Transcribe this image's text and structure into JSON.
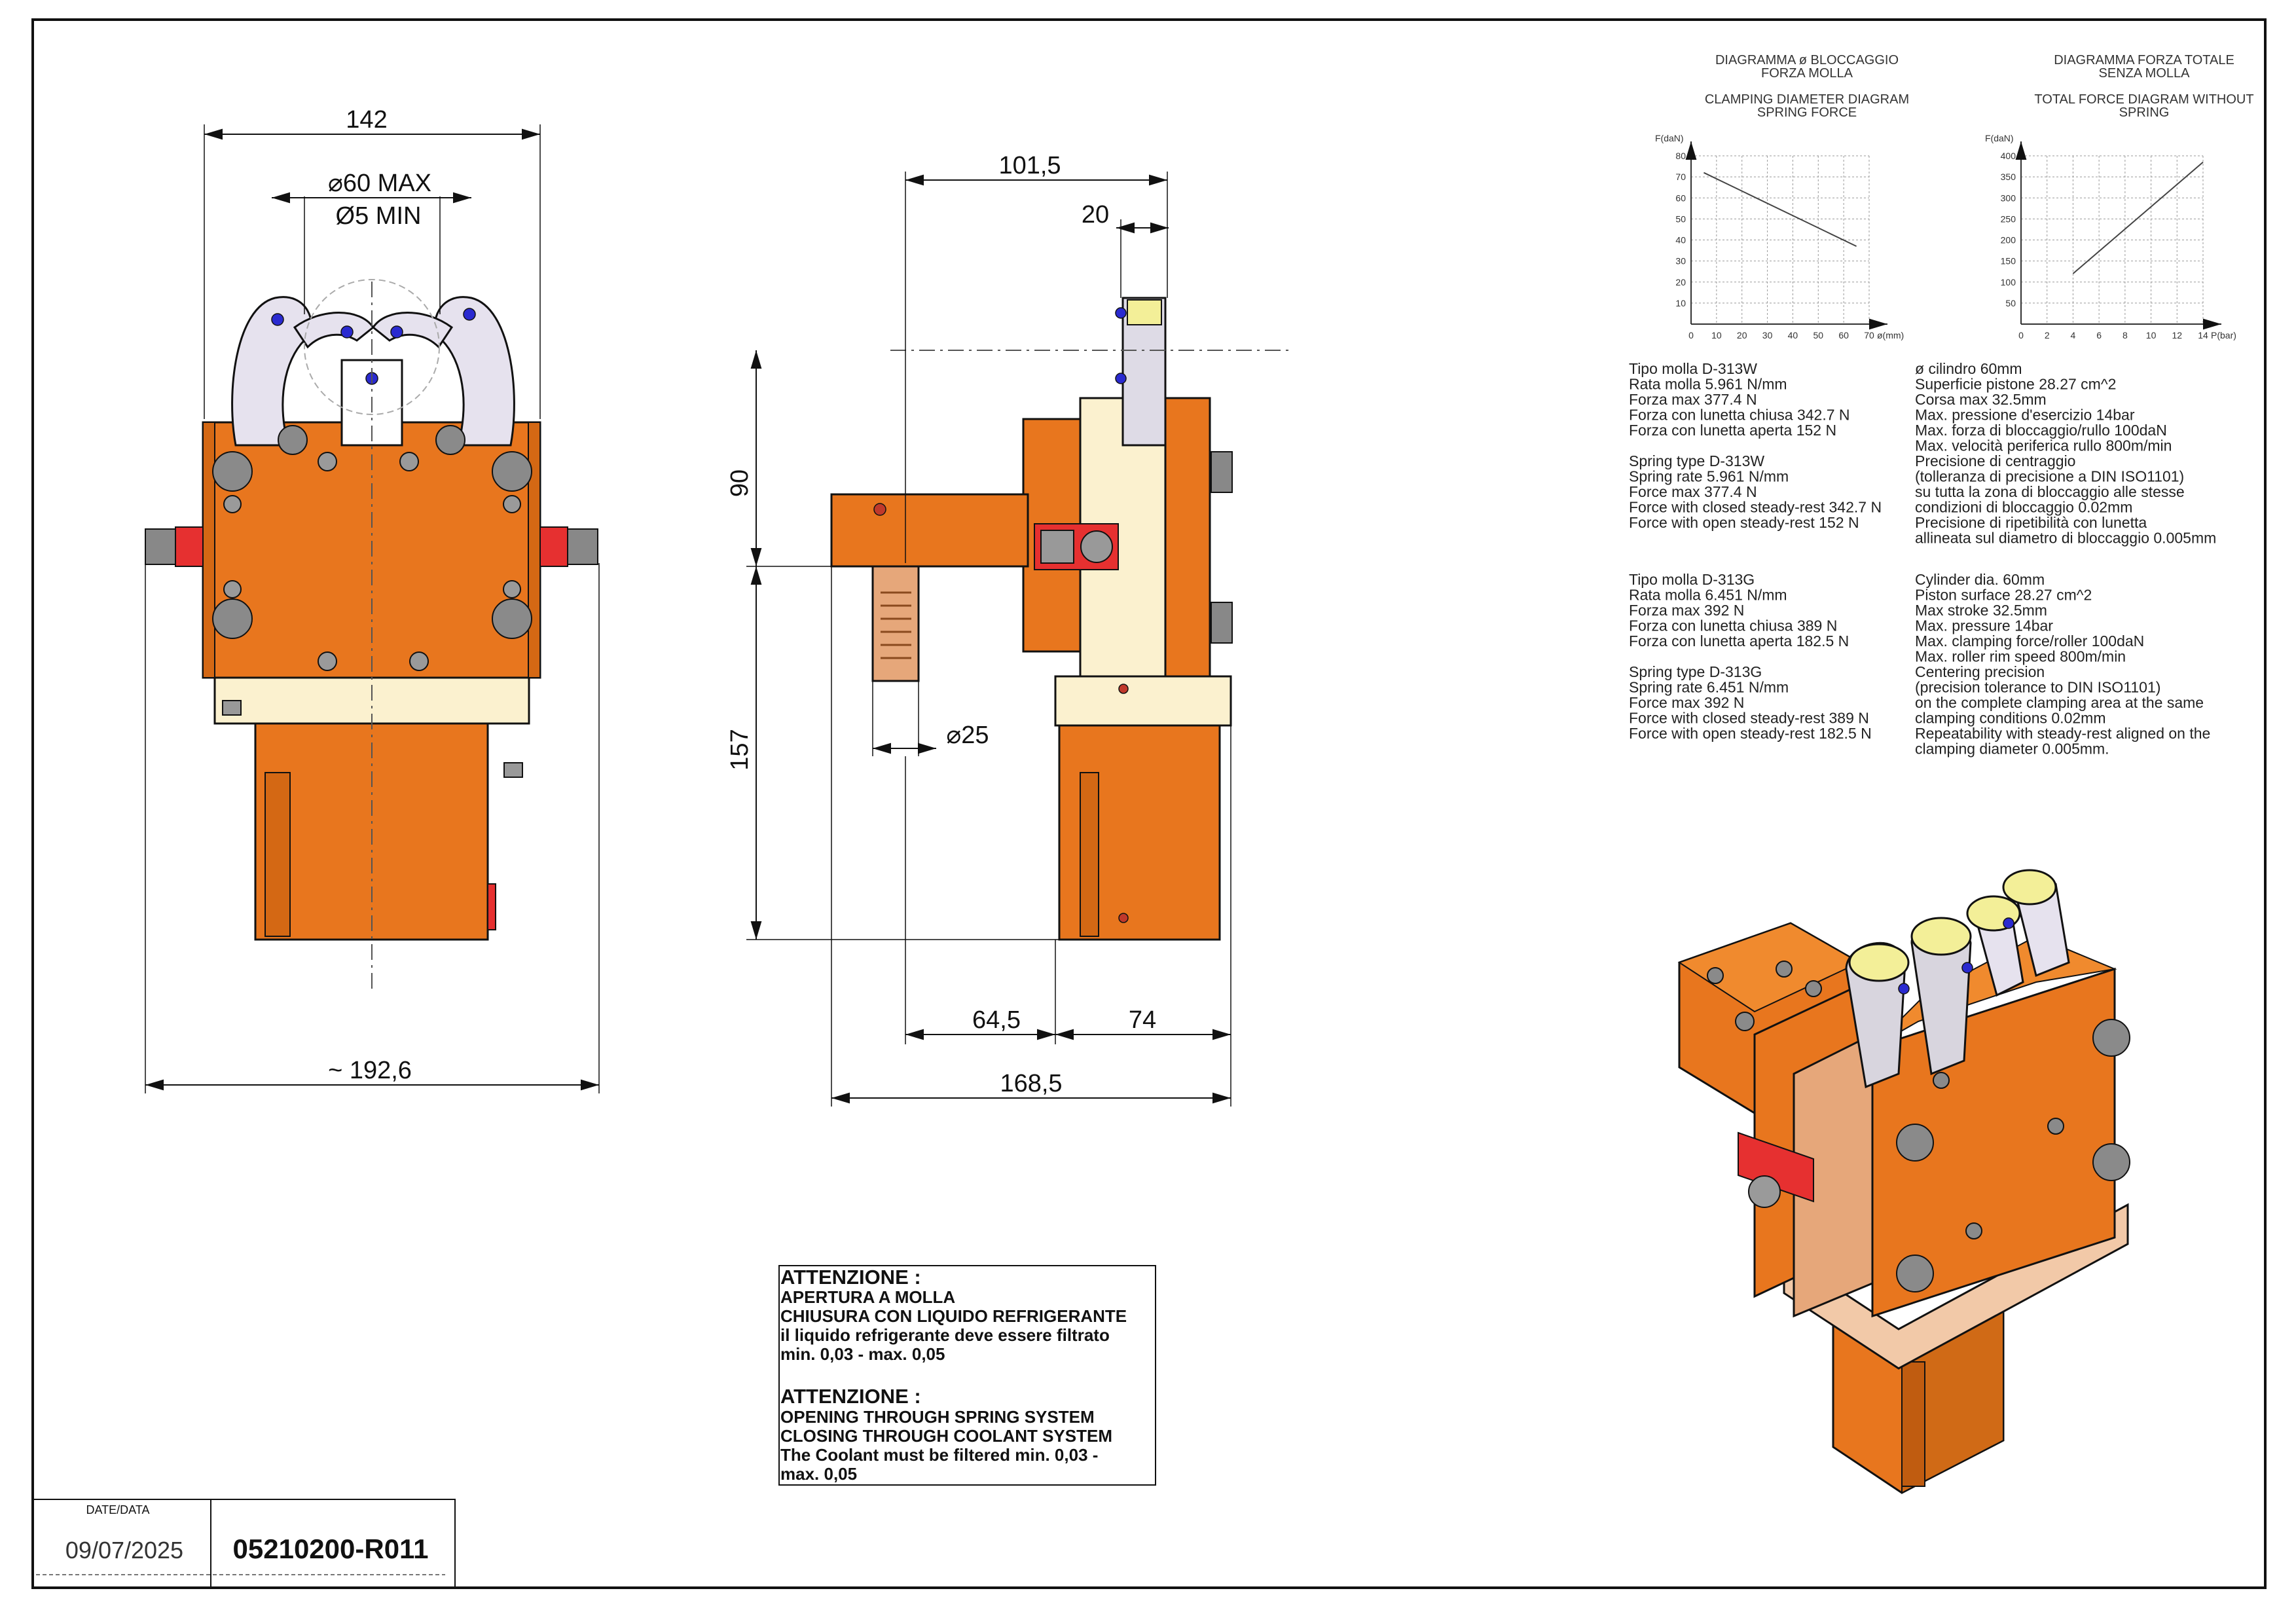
{
  "dimensions": {
    "front_width": "142",
    "front_dia_max": "⌀60 MAX",
    "front_dia_min": "Ø5 MIN",
    "front_overall": "~ 192,6",
    "side_top": "101,5",
    "side_roller": "20",
    "side_upper": "90",
    "side_lower": "157",
    "side_shank": "⌀25",
    "side_left": "64,5",
    "side_right": "74",
    "side_overall": "168,5"
  },
  "graph_left": {
    "title_it_1": "DIAGRAMMA ø BLOCCAGGIO",
    "title_it_2": "FORZA MOLLA",
    "title_en_1": "CLAMPING DIAMETER DIAGRAM",
    "title_en_2": "SPRING FORCE",
    "ylabel": "F(daN)",
    "xlabel": "ø(mm)",
    "yticks": [
      "80",
      "70",
      "60",
      "50",
      "40",
      "30",
      "20",
      "10"
    ],
    "xticks": [
      "0",
      "10",
      "20",
      "30",
      "40",
      "50",
      "60",
      "70"
    ]
  },
  "graph_right": {
    "title_it_1": "DIAGRAMMA FORZA TOTALE",
    "title_it_2": "SENZA MOLLA",
    "title_en_1": "TOTAL FORCE DIAGRAM WITHOUT",
    "title_en_2": "SPRING",
    "ylabel": "F(daN)",
    "xlabel": "P(bar)",
    "yticks": [
      "400",
      "350",
      "300",
      "250",
      "200",
      "150",
      "100",
      "50"
    ],
    "xticks": [
      "0",
      "2",
      "4",
      "6",
      "8",
      "10",
      "12",
      "14"
    ]
  },
  "chart_data": [
    {
      "type": "line",
      "title": "DIAGRAMMA ø BLOCCAGGIO FORZA MOLLA / CLAMPING DIAMETER DIAGRAM SPRING FORCE",
      "xlabel": "ø(mm)",
      "ylabel": "F(daN)",
      "xlim": [
        0,
        70
      ],
      "ylim": [
        0,
        80
      ],
      "grid": true,
      "x": [
        5,
        65
      ],
      "values": [
        72,
        37
      ]
    },
    {
      "type": "line",
      "title": "DIAGRAMMA FORZA TOTALE SENZA MOLLA / TOTAL FORCE DIAGRAM WITHOUT SPRING",
      "xlabel": "P(bar)",
      "ylabel": "F(daN)",
      "xlim": [
        0,
        14
      ],
      "ylim": [
        0,
        400
      ],
      "grid": true,
      "x": [
        4,
        14
      ],
      "values": [
        120,
        385
      ]
    }
  ],
  "specs_w_left": [
    "Tipo molla   D-313W",
    "Rata molla   5.961 N/mm",
    "Forza max   377.4 N",
    "Forza con lunetta chiusa 342.7 N",
    "Forza con lunetta aperta 152 N",
    "",
    "Spring type   D-313W",
    "Spring rate   5.961 N/mm",
    "Force max   377.4 N",
    "Force with closed steady-rest 342.7 N",
    "Force with open steady-rest 152 N"
  ],
  "specs_w_right": [
    "ø cilindro   60mm",
    "Superficie pistone   28.27 cm^2",
    "Corsa max   32.5mm",
    "Max. pressione d'esercizio   14bar",
    "Max. forza di bloccaggio/rullo   100daN",
    "Max. velocità periferica rullo   800m/min",
    "Precisione di centraggio",
    "(tolleranza di precisione a DIN ISO1101)",
    "su tutta la zona di bloccaggio alle stesse",
    "condizioni di bloccaggio 0.02mm",
    "Precisione di ripetibilità con lunetta",
    "allineata sul diametro di bloccaggio   0.005mm"
  ],
  "specs_g_left": [
    "Tipo molla   D-313G",
    "Rata molla   6.451 N/mm",
    "Forza max   392 N",
    "Forza con lunetta chiusa 389 N",
    "Forza con lunetta aperta 182.5 N",
    "",
    "Spring type   D-313G",
    "Spring rate   6.451 N/mm",
    "Force max   392 N",
    "Force with closed steady-rest 389 N",
    "Force with open steady-rest 182.5 N"
  ],
  "specs_g_right": [
    "Cylinder dia.   60mm",
    "Piston surface   28.27 cm^2",
    "Max stroke   32.5mm",
    "Max. pressure   14bar",
    "Max. clamping force/roller   100daN",
    "Max. roller rim speed   800m/min",
    "Centering precision",
    "(precision tolerance to DIN ISO1101)",
    "on the complete clamping area at the same",
    "clamping conditions 0.02mm",
    "Repeatability with steady-rest aligned on the",
    "clamping diameter 0.005mm."
  ],
  "note": {
    "it_title": "ATTENZIONE :",
    "it_l1": "APERTURA A MOLLA",
    "it_l2": "CHIUSURA CON LIQUIDO REFRIGERANTE",
    "it_l3": "il liquido refrigerante deve essere filtrato",
    "it_l4": "min. 0,03 - max. 0,05",
    "en_title": "ATTENZIONE :",
    "en_l1": "OPENING THROUGH SPRING SYSTEM",
    "en_l2": "CLOSING THROUGH COOLANT SYSTEM",
    "en_l3": "The Coolant must be filtered min. 0,03 -",
    "en_l4": "max. 0,05"
  },
  "title_block": {
    "date_label": "DATE/DATA",
    "date": "09/07/2025",
    "code": "05210200-R011"
  },
  "colors": {
    "body": "#e8761e",
    "body_dark": "#b85a10",
    "cream": "#fbf1cf",
    "roller": "#e6e2ee",
    "bolt": "#7a7a7a",
    "blue": "#2a2ad0",
    "red": "#e63030",
    "copper": "#e6a77a"
  }
}
